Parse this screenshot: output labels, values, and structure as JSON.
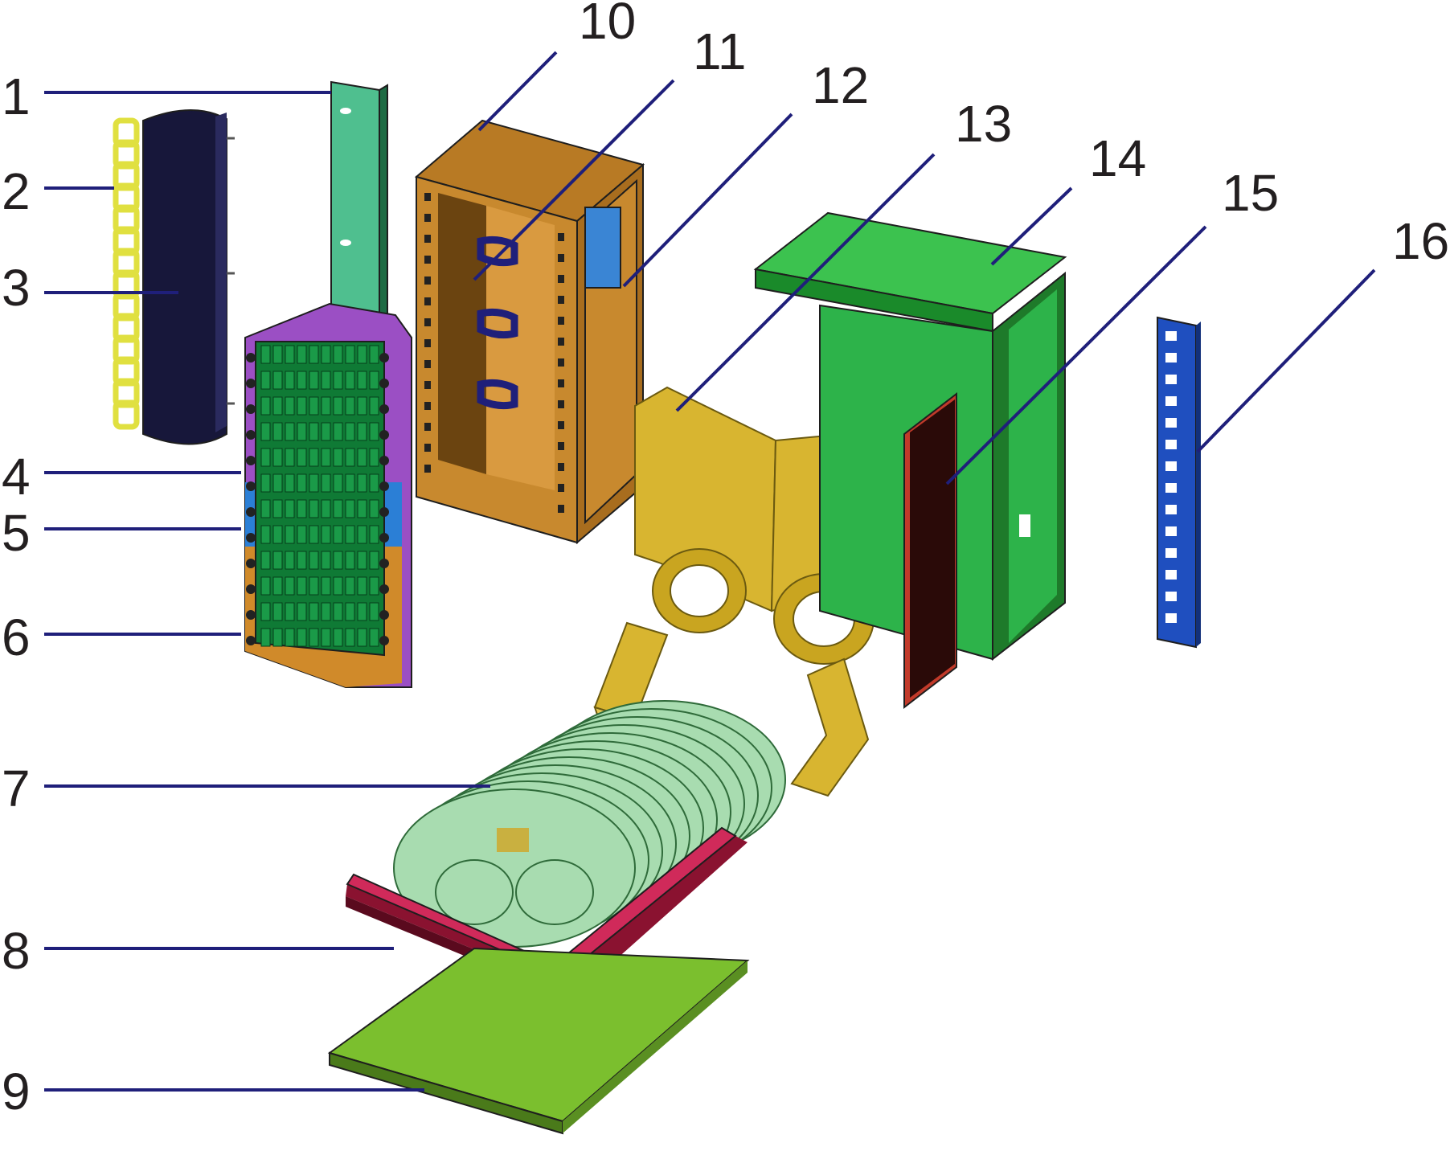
{
  "diagram": {
    "labels": [
      "1",
      "2",
      "3",
      "4",
      "5",
      "6",
      "7",
      "8",
      "9",
      "10",
      "11",
      "12",
      "13",
      "14",
      "15",
      "16"
    ]
  },
  "colors": {
    "leader": "#1f1f7a",
    "mount_strip": "#4fbf8f",
    "chain": "#e0e040",
    "tube": "#17173a",
    "tray_purple": "#9b4fc4",
    "tray_blue": "#2b7fd6",
    "tray_orange": "#d08a2a",
    "adapter_green": "#0f7a35",
    "frame": "#c8892e",
    "clip": "#1f1f7a",
    "bracket_blue": "#3a85d4",
    "spool": "#d8b530",
    "housing": "#2db34a",
    "door": "#2a0a08",
    "side_strip": "#1f4fbf",
    "splice_tray": "#a8dcb0",
    "holder": "#b81f4a",
    "base_plate": "#7bbf2e"
  }
}
